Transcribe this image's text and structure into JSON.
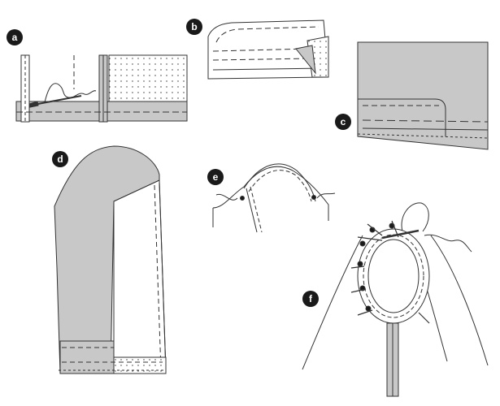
{
  "panels": [
    {
      "id": "a",
      "label": "a"
    },
    {
      "id": "b",
      "label": "b"
    },
    {
      "id": "c",
      "label": "c"
    },
    {
      "id": "d",
      "label": "d"
    },
    {
      "id": "e",
      "label": "e"
    },
    {
      "id": "f",
      "label": "f"
    }
  ],
  "colors": {
    "fabric_gray": "#c8c8c8",
    "outline": "#333333",
    "marker_fill": "#1a1a1a",
    "marker_text": "#ffffff"
  }
}
